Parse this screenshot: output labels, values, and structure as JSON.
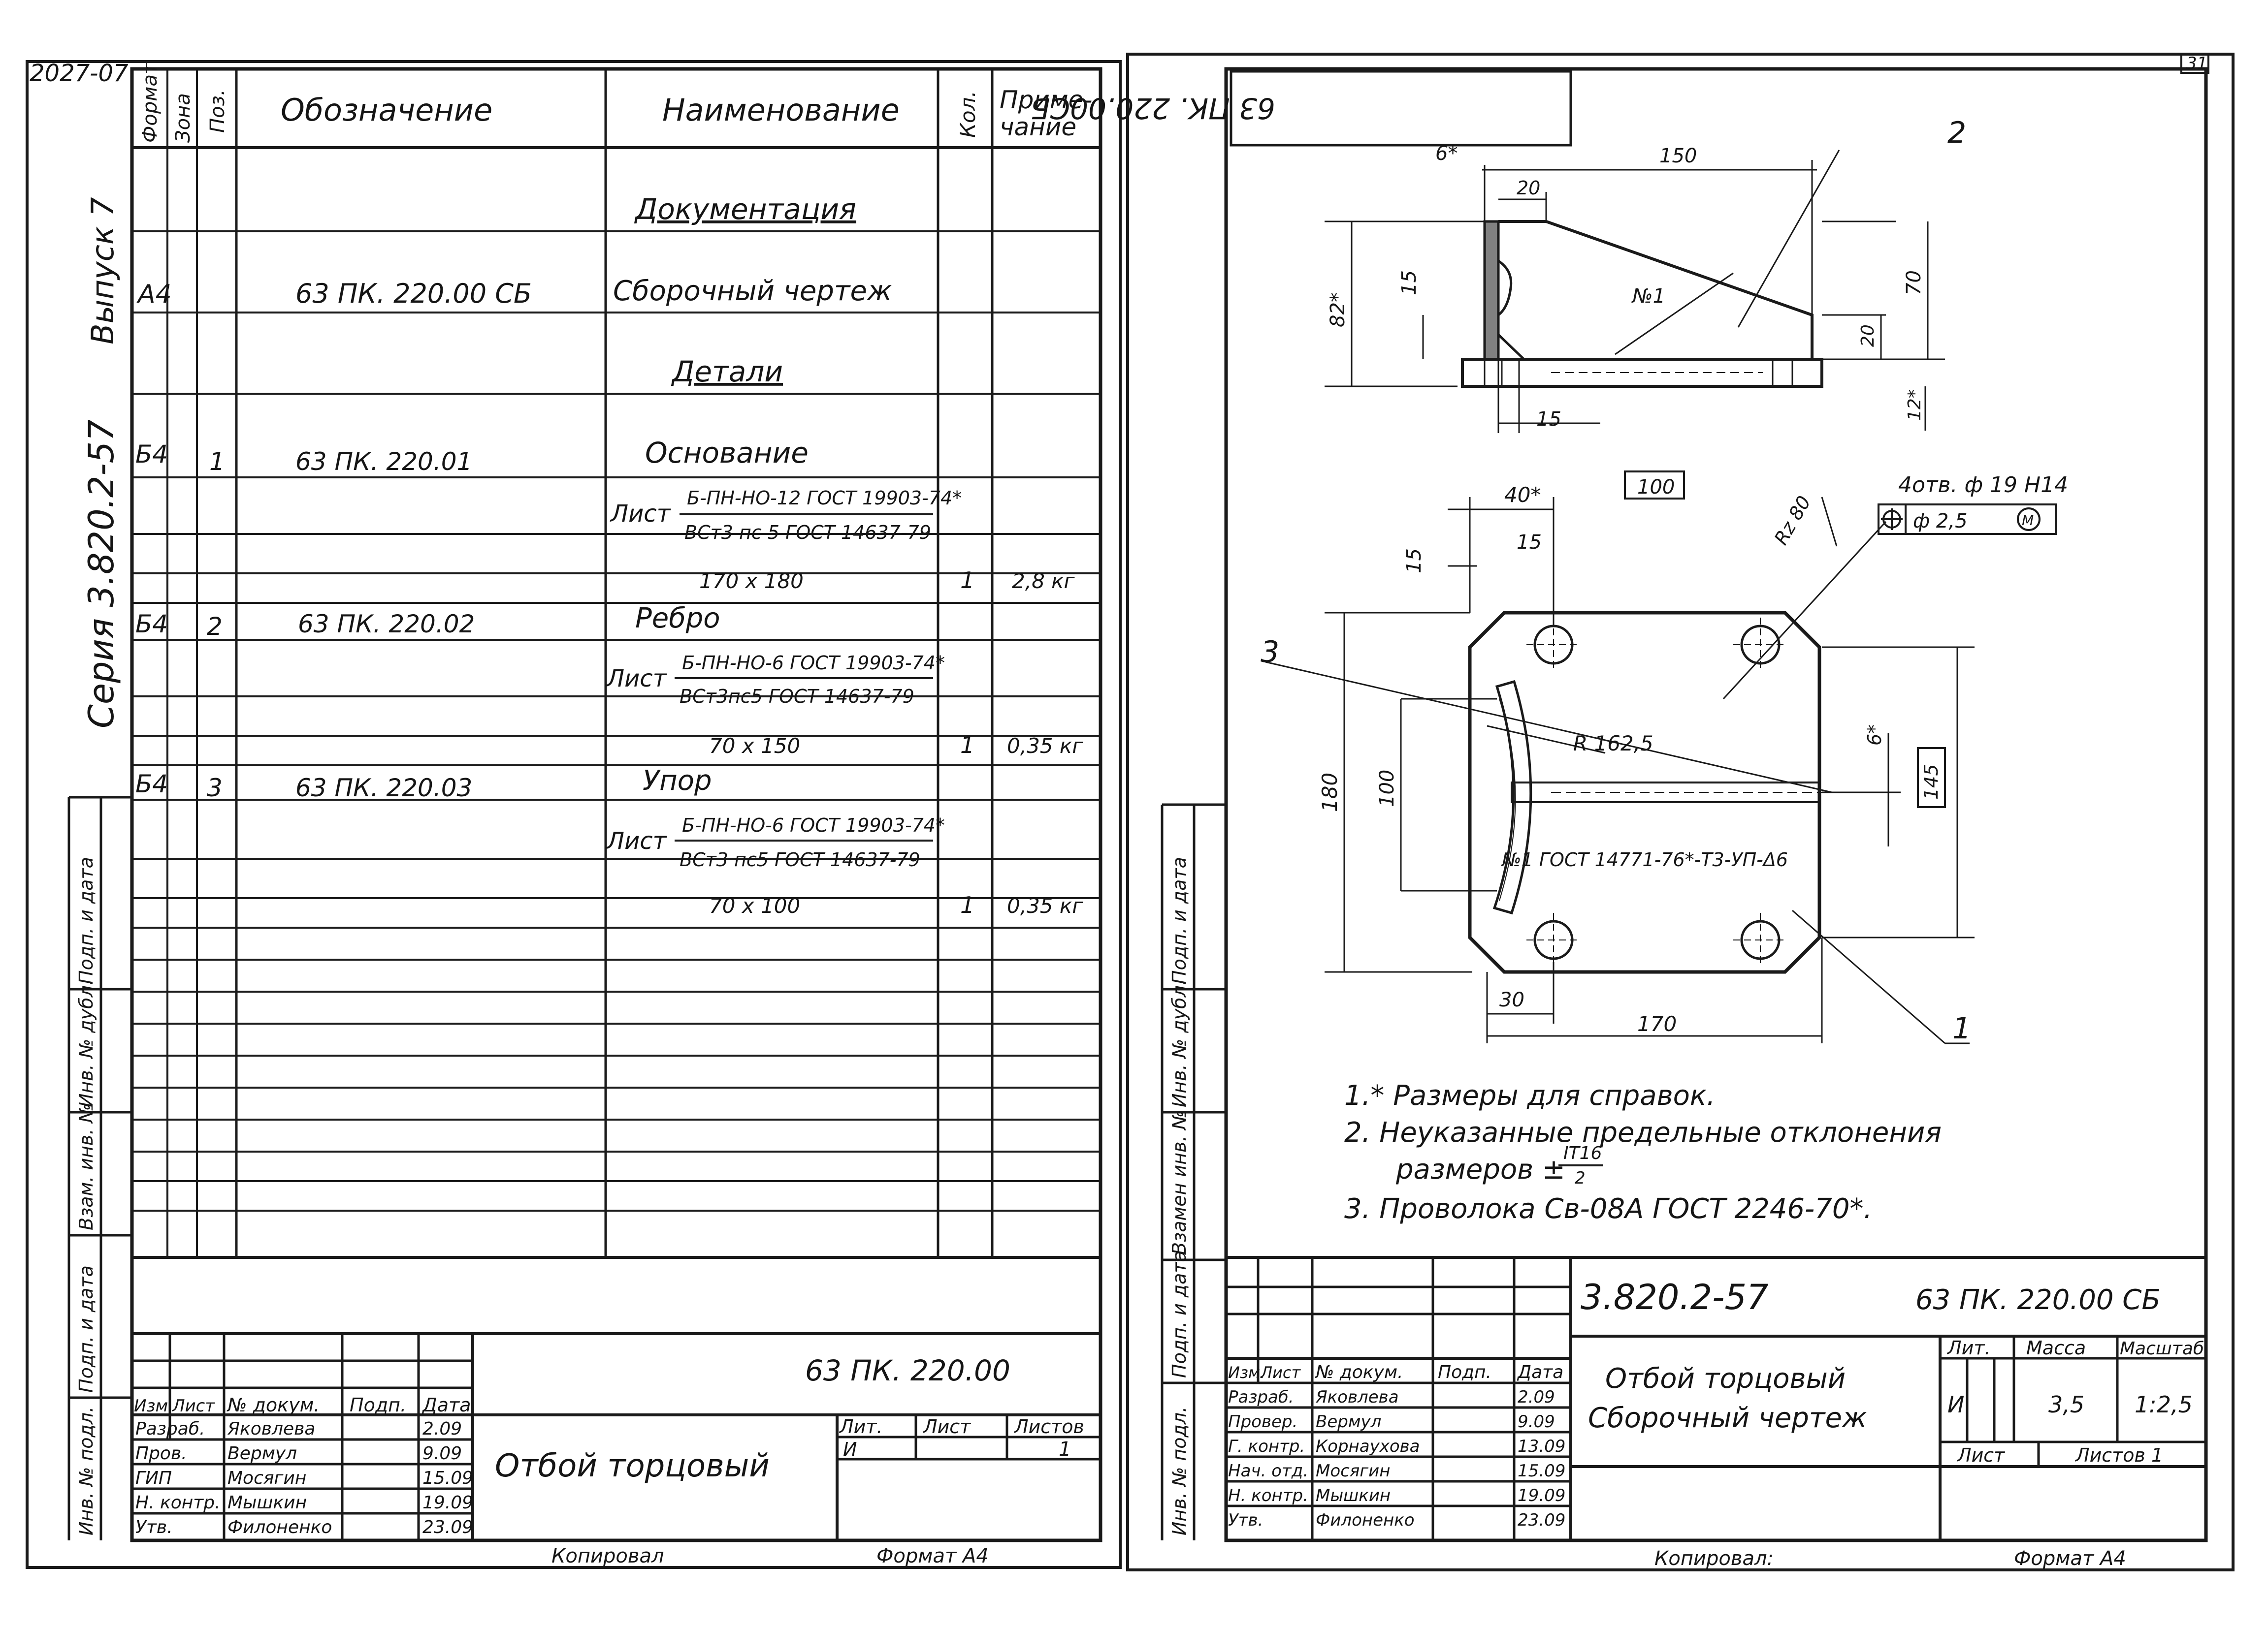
{
  "left_sheet": {
    "stamp_number": "2027-07",
    "side_series": "Серия 3.820.2-57",
    "side_issue": "Выпуск 7",
    "side_boxes": [
      "Инв. № подл.",
      "Подп. и дата",
      "Взам. инв. №",
      "Инв. № дубл.",
      "Подп. и дата"
    ],
    "header": {
      "format": "Формат",
      "zone": "Зона",
      "pos": "Поз.",
      "designation": "Обозначение",
      "name": "Наименование",
      "qty": "Кол.",
      "note1": "Приме-",
      "note2": "чание"
    },
    "rows": [
      {
        "name": "Документация"
      },
      {
        "format": "А4",
        "designation": "63 ПК. 220.00 СБ",
        "name": "Сборочный чертеж"
      },
      {
        "name": "Детали"
      },
      {
        "format": "Б4",
        "pos": "1",
        "designation": "63 ПК. 220.01",
        "name": "Основание",
        "sheet_prefix": "Лист",
        "sheet_top": "Б-ПН-НО-12 ГОСТ 19903-74*",
        "sheet_bottom": "ВСт3 пс 5 ГОСТ 14637-79",
        "size": "170 х 180",
        "qty": "1",
        "note": "2,8 кг"
      },
      {
        "format": "Б4",
        "pos": "2",
        "designation": "63 ПК. 220.02",
        "name": "Ребро",
        "sheet_prefix": "Лист",
        "sheet_top": "Б-ПН-НО-6 ГОСТ 19903-74*",
        "sheet_bottom": "ВСт3пс5 ГОСТ 14637-79",
        "size": "70 х 150",
        "qty": "1",
        "note": "0,35 кг"
      },
      {
        "format": "Б4",
        "pos": "3",
        "designation": "63 ПК. 220.03",
        "name": "Упор",
        "sheet_prefix": "Лист",
        "sheet_top": "Б-ПН-НО-6 ГОСТ 19903-74*",
        "sheet_bottom": "ВСт3 пс5 ГОСТ 14637-79",
        "size": "70 х 100",
        "qty": "1",
        "note": "0,35 кг"
      }
    ],
    "title_block": {
      "code": "63 ПК. 220.00",
      "title": "Отбой торцовый",
      "col_heads": [
        "Изм.",
        "Лист",
        "№ докум.",
        "Подп.",
        "Дата"
      ],
      "people": [
        {
          "role": "Разраб.",
          "name": "Яковлева",
          "date": "2.09"
        },
        {
          "role": "Пров.",
          "name": "Вермул",
          "date": "9.09"
        },
        {
          "role": "ГИП",
          "name": "Мосягин",
          "date": "15.09"
        },
        {
          "role": "Н. контр.",
          "name": "Мышкин",
          "date": "19.09"
        },
        {
          "role": "Утв.",
          "name": "Филоненко",
          "date": "23.09"
        }
      ],
      "lit_label": "Лит.",
      "sheet_label": "Лист",
      "sheets_label": "Листов",
      "lit": "И",
      "sheets": "1",
      "copied": "Копировал",
      "format": "Формат А4"
    }
  },
  "right_sheet": {
    "sheet_number": "31",
    "mirror_code": "63 ПК. 220.00СБ",
    "side_boxes": [
      "Инв. № подл.",
      "Подп. и дата",
      "Взамен инв. №",
      "Инв. № дубл.",
      "Подп. и дата"
    ],
    "dims": {
      "d150": "150",
      "d6a": "6*",
      "d20a": "20",
      "d82": "82*",
      "d15a": "15",
      "d70": "70",
      "d20b": "20",
      "d12": "12*",
      "d15b": "15",
      "d40": "40*",
      "d100box": "100",
      "d15c": "15",
      "d15d": "15",
      "d180": "180",
      "d100": "100",
      "d6b": "6*",
      "d145": "145",
      "d30": "30",
      "d170": "170",
      "holes": "4отв. ф 19 Н14",
      "tol": "ф 2,5",
      "tol_m": "М",
      "rough": "Rz 80",
      "radius": "R 162,5",
      "weld1": "№1",
      "weld2": "№1 ГОСТ 14771-76*-Т3-УП-Δ6"
    },
    "callouts": [
      "1",
      "2",
      "3"
    ],
    "notes": [
      "1.* Размеры для справок.",
      "2. Неуказанные предельные отклонения",
      "размеров ±",
      "3. Проволока Св-08А ГОСТ 2246-70*."
    ],
    "frac_top": "IT16",
    "frac_bot": "2",
    "title_block": {
      "series": "3.820.2-57",
      "code": "63 ПК. 220.00 СБ",
      "title1": "Отбой торцовый",
      "title2": "Сборочный чертеж",
      "col_heads": [
        "Изм.",
        "Лист",
        "№ докум.",
        "Подп.",
        "Дата"
      ],
      "people": [
        {
          "role": "Разраб.",
          "name": "Яковлева",
          "date": "2.09"
        },
        {
          "role": "Провер.",
          "name": "Вермул",
          "date": "9.09"
        },
        {
          "role": "Г. контр.",
          "name": "Корнаухова",
          "date": "13.09"
        },
        {
          "role": "Нач. отд.",
          "name": "Мосягин",
          "date": "15.09"
        },
        {
          "role": "Н. контр.",
          "name": "Мышкин",
          "date": "19.09"
        },
        {
          "role": "Утв.",
          "name": "Филоненко",
          "date": "23.09"
        }
      ],
      "lit_label": "Лит.",
      "mass_label": "Масса",
      "scale_label": "Масштаб",
      "lit": "И",
      "mass": "3,5",
      "scale": "1:2,5",
      "sheet_label": "Лист",
      "sheets_label": "Листов 1",
      "copied": "Копировал:",
      "format": "Формат А4"
    }
  }
}
